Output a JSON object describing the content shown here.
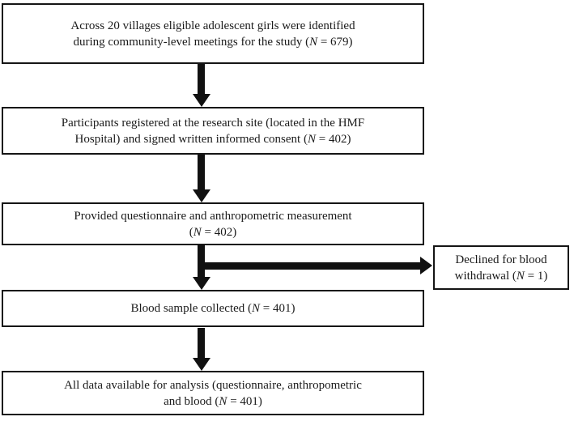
{
  "colors": {
    "background": "#ffffff",
    "box_bg": "#ffffff",
    "box_border": "#151515",
    "arrow": "#111111",
    "text": "#1b1b1b"
  },
  "flow": {
    "boxes": [
      {
        "id": "villages-identified",
        "lines": [
          {
            "pre": "Across 20 villages eligible adolescent girls were identified"
          },
          {
            "pre": "during community-level meetings for the study (",
            "n": "N",
            "post": " = 679)"
          }
        ]
      },
      {
        "id": "registered-consent",
        "lines": [
          {
            "pre": "Participants registered at the research site (located in the HMF"
          },
          {
            "pre": "Hospital) and signed written informed consent (",
            "n": "N",
            "post": " = 402)"
          }
        ]
      },
      {
        "id": "questionnaire-anthropometric",
        "lines": [
          {
            "pre": "Provided questionnaire and anthropometric measurement"
          },
          {
            "pre": "(",
            "n": "N",
            "post": " = 402)"
          }
        ]
      },
      {
        "id": "blood-collected",
        "lines": [
          {
            "pre": "Blood sample collected (",
            "n": "N",
            "post": " = 401)"
          }
        ]
      },
      {
        "id": "data-available",
        "lines": [
          {
            "pre": "All data available for analysis (questionnaire, anthropometric"
          },
          {
            "pre": "and blood (",
            "n": "N",
            "post": " = 401)"
          }
        ]
      }
    ],
    "side_box": {
      "id": "declined-blood-withdrawal",
      "lines": [
        {
          "pre": "Declined for blood"
        },
        {
          "pre": "withdrawal (",
          "n": "N",
          "post": " = 1)"
        }
      ]
    }
  }
}
